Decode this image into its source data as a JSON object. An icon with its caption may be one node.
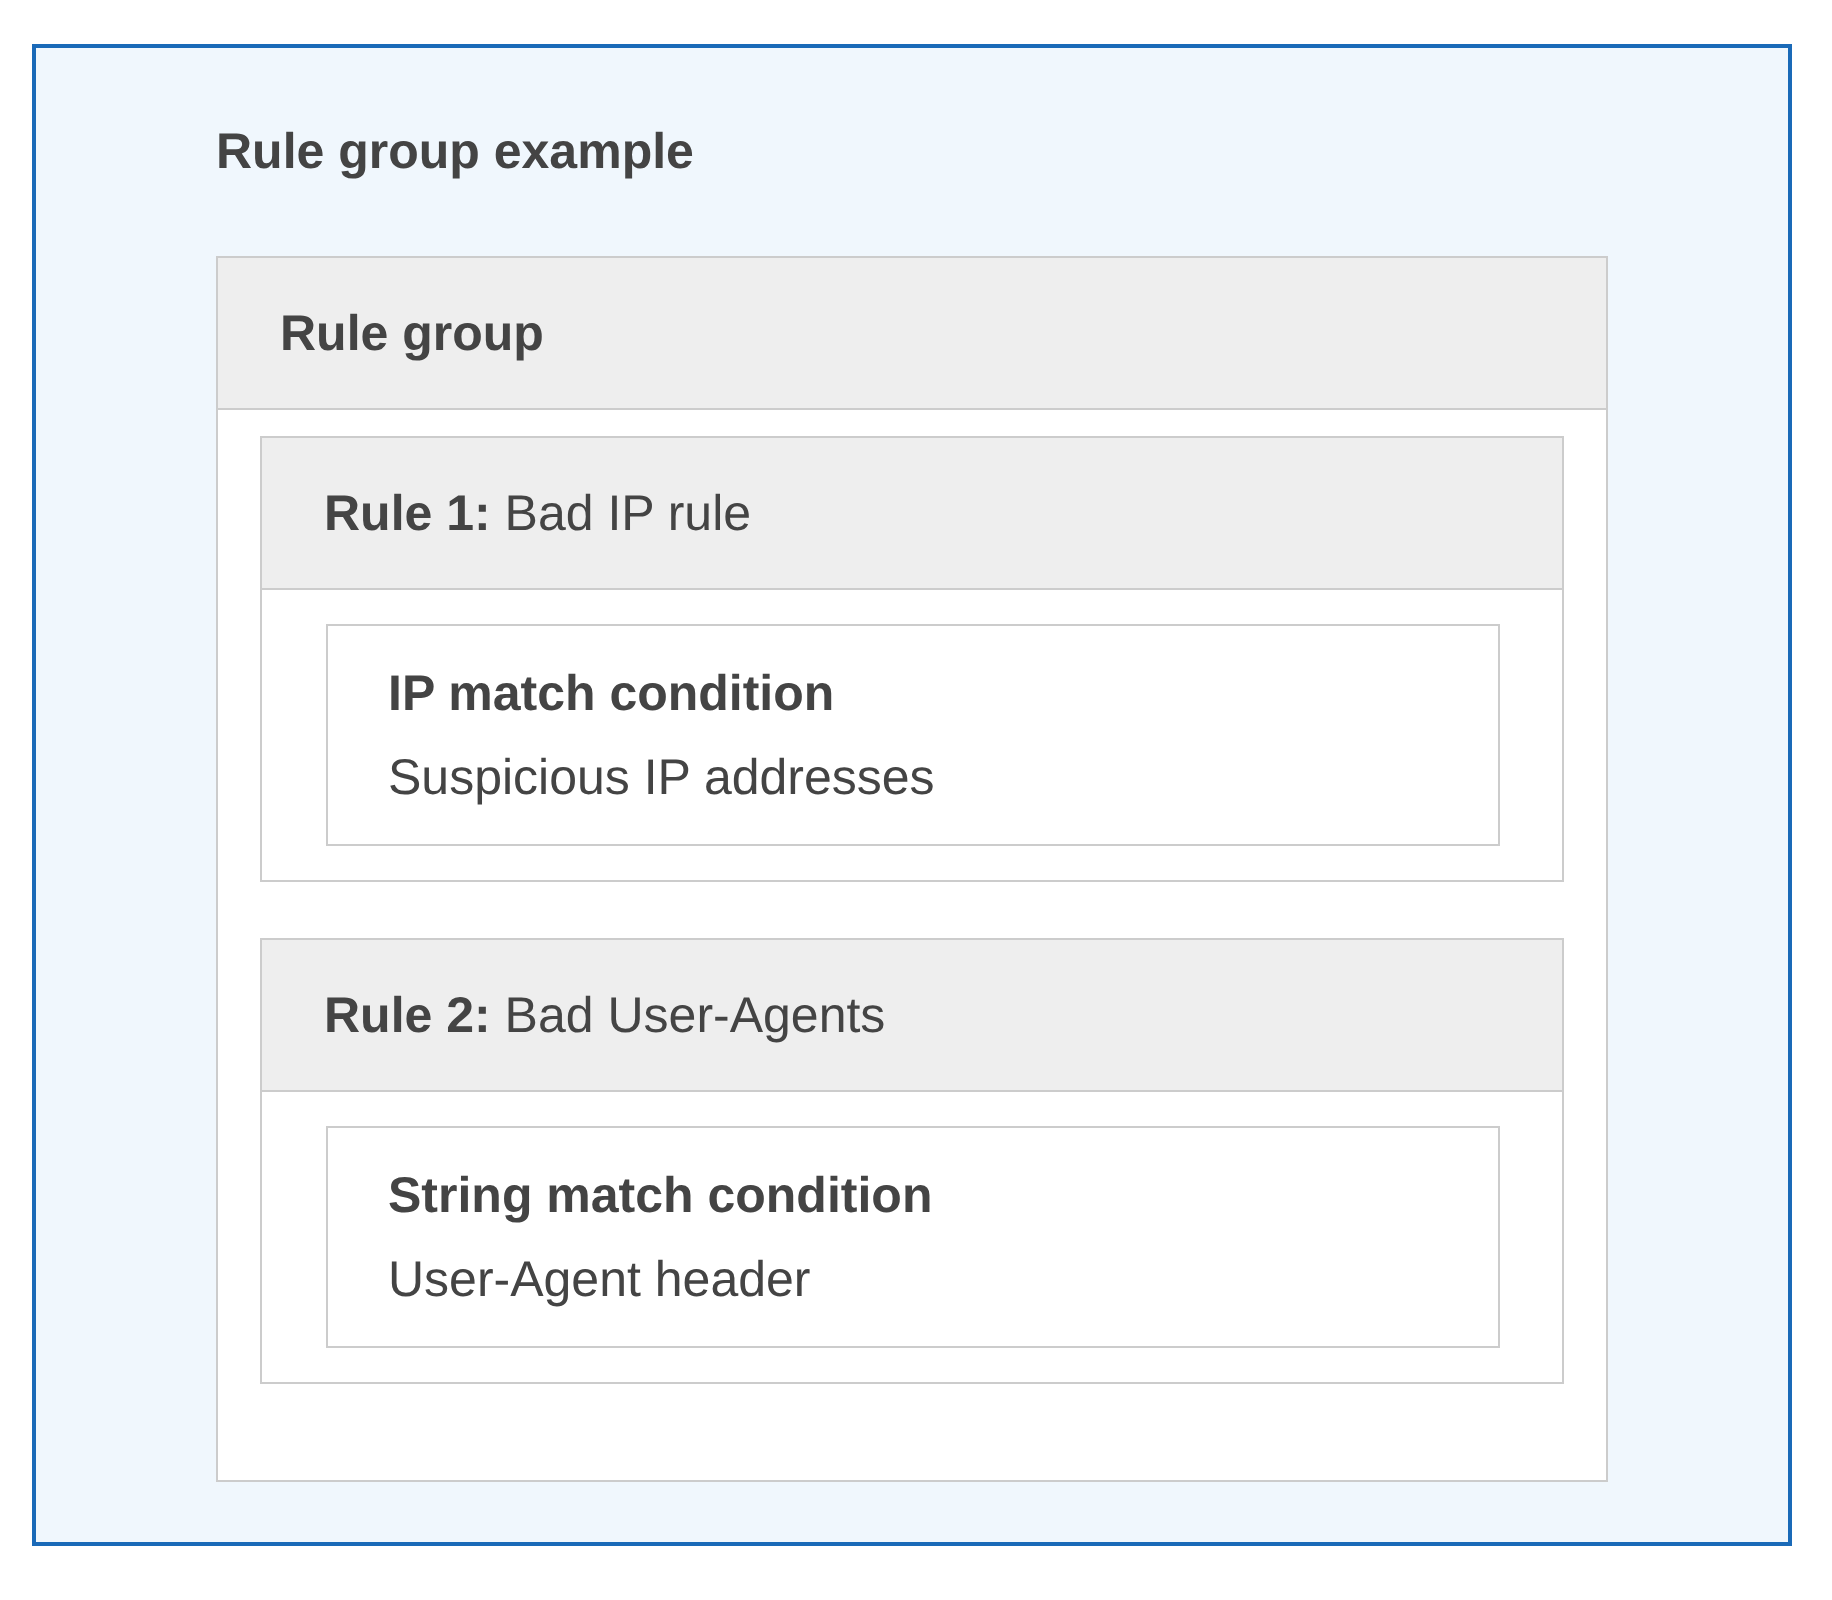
{
  "diagram": {
    "nodes": [
      {
        "text": [
          "Rule group example"
        ]
      },
      {
        "text": [
          "Rule group"
        ],
        "in": 0
      },
      {
        "text": [
          "**Rule 1:** Bad IP rule"
        ],
        "in": 1
      },
      {
        "text": [
          "IP match condition",
          "Suspicious IP addresses"
        ],
        "in": 2
      },
      {
        "text": [
          "**Rule 2:** Bad User-Agents"
        ],
        "in": 1
      },
      {
        "text": [
          "String match condition",
          "User-Agent header"
        ],
        "in": 4
      }
    ]
  }
}
